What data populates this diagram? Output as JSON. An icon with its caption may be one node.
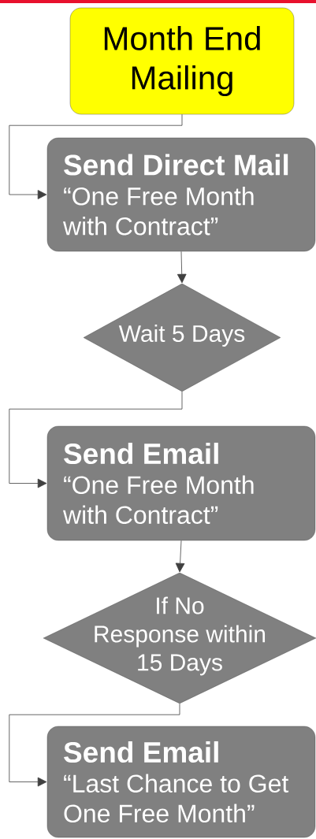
{
  "diagram": {
    "nodes": [
      {
        "text": [
          "Month End Mailing"
        ]
      },
      {
        "text": [
          "Send Direct Mail",
          "“One Free Month with Contract”"
        ]
      },
      {
        "text": [
          "Wait 5 Days"
        ]
      },
      {
        "text": [
          "Send Email",
          "“One Free Month with Contract”"
        ]
      },
      {
        "text": [
          "If No Response within 15 Days"
        ]
      },
      {
        "text": [
          "Send Email",
          "“Last Chance to Get One Free Month”"
        ]
      }
    ],
    "edges": [
      {
        "from": 0,
        "to": 1,
        "arrow": "to"
      },
      {
        "from": 1,
        "to": 2,
        "arrow": "to"
      },
      {
        "from": 2,
        "to": 3,
        "arrow": "to"
      },
      {
        "from": 3,
        "to": 4,
        "arrow": "to"
      },
      {
        "from": 4,
        "to": 5,
        "arrow": "to"
      }
    ]
  }
}
